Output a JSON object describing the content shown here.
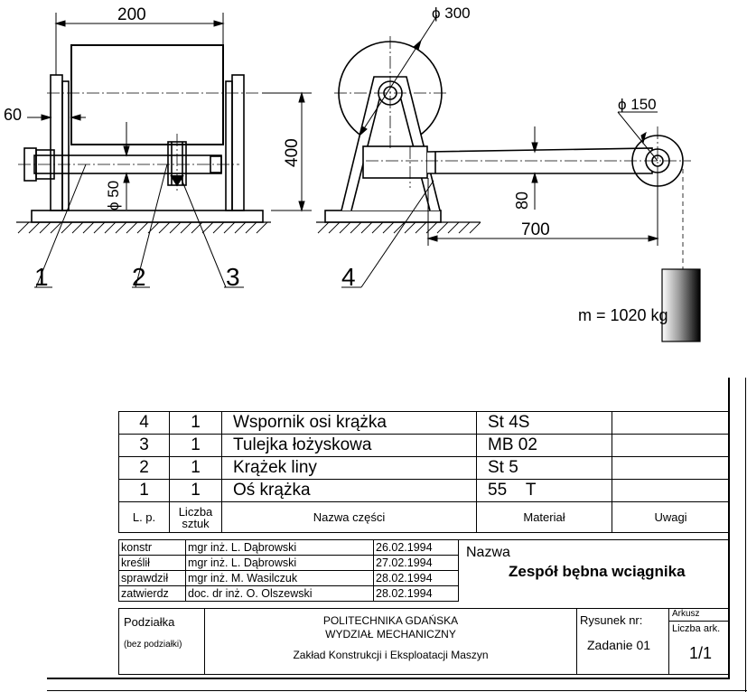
{
  "drawing": {
    "dim_width": "200",
    "dim_60": "60",
    "dim_400": "400",
    "dim_phi50": "ϕ 50",
    "dim_phi300": "ϕ 300",
    "dim_phi150": "ϕ 150",
    "dim_80": "80",
    "dim_700": "700",
    "mass": "m = 1020 kg",
    "callouts": [
      "1",
      "2",
      "3",
      "4"
    ]
  },
  "parts_list": {
    "rows": [
      {
        "lp": "4",
        "qty": "1",
        "name": "Wspornik osi krążka",
        "material": "St 4S",
        "notes": ""
      },
      {
        "lp": "3",
        "qty": "1",
        "name": "Tulejka łożyskowa",
        "material": "MB 02",
        "notes": ""
      },
      {
        "lp": "2",
        "qty": "1",
        "name": "Krążek liny",
        "material": "St 5",
        "notes": ""
      },
      {
        "lp": "1",
        "qty": "1",
        "name": "Oś krążka",
        "material": "55    T",
        "notes": ""
      }
    ],
    "header": {
      "lp": "L. p.",
      "qty_line1": "Liczba",
      "qty_line2": "sztuk",
      "name": "Nazwa części",
      "material": "Materiał",
      "notes": "Uwagi"
    }
  },
  "signatures": [
    {
      "role": "konstr",
      "person": "mgr inż. L. Dąbrowski",
      "date": "26.02.1994"
    },
    {
      "role": "kreślił",
      "person": "mgr inż. L. Dąbrowski",
      "date": "27.02.1994"
    },
    {
      "role": "sprawdził",
      "person": "mgr inż. M. Wasilczuk",
      "date": "28.02.1994"
    },
    {
      "role": "zatwierdz",
      "person": "doc. dr inż. O. Olszewski",
      "date": "28.02.1994"
    }
  ],
  "title_block": {
    "name_label": "Nazwa",
    "assembly_name": "Zespół bębna wciągnika",
    "scale_label": "Podziałka",
    "scale_value": "(bez podziałki)",
    "school_line1": "POLITECHNIKA GDAŃSKA",
    "school_line2": "WYDZIAŁ MECHANICZNY",
    "school_line3": "Zakład Konstrukcji i Eksploatacji Maszyn",
    "drawing_no_label": "Rysunek nr:",
    "drawing_no": "Zadanie 01",
    "sheet_label": "Arkusz",
    "sheet_count_label": "Liczba ark.",
    "sheet_value": "1/1"
  }
}
